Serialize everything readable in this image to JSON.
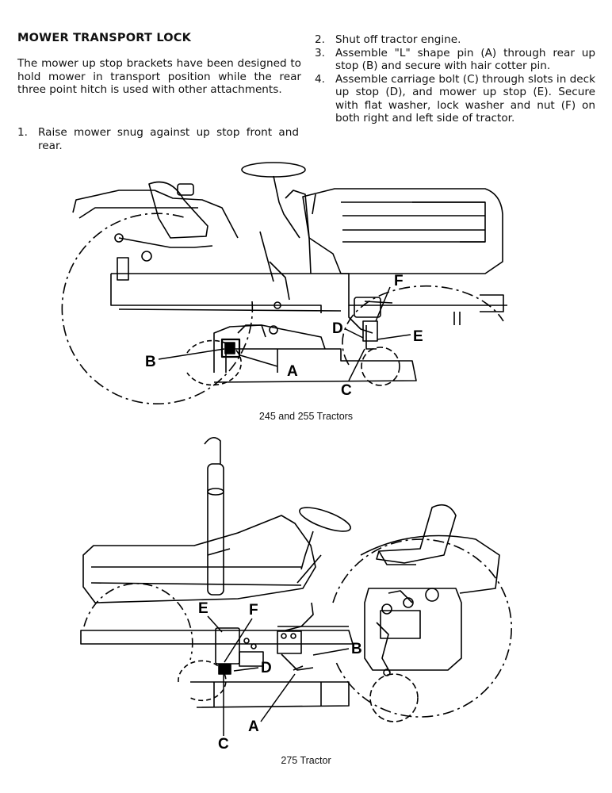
{
  "heading": "MOWER TRANSPORT LOCK",
  "intro": "The mower up stop brackets have been designed to hold mower in transport position while the rear three point hitch is used with other attachments.",
  "steps": [
    {
      "num": "1.",
      "text": "Raise mower snug against up stop front and rear."
    },
    {
      "num": "2.",
      "text": "Shut off tractor engine."
    },
    {
      "num": "3.",
      "text": "Assemble \"L\" shape pin (A) through rear up stop (B) and secure with hair cotter pin."
    },
    {
      "num": "4.",
      "text": "Assemble carriage bolt (C) through slots in deck up stop (D), and mower up stop (E). Secure with flat washer, lock washer and nut (F) on both right and left side of tractor."
    }
  ],
  "figure1": {
    "caption": "245 and 255 Tractors",
    "labels": {
      "a": "A",
      "b": "B",
      "c": "C",
      "d": "D",
      "e": "E",
      "f": "F"
    }
  },
  "figure2": {
    "caption": "275 Tractor",
    "labels": {
      "a": "A",
      "b": "B",
      "c": "C",
      "d": "D",
      "e": "E",
      "f": "F"
    }
  }
}
